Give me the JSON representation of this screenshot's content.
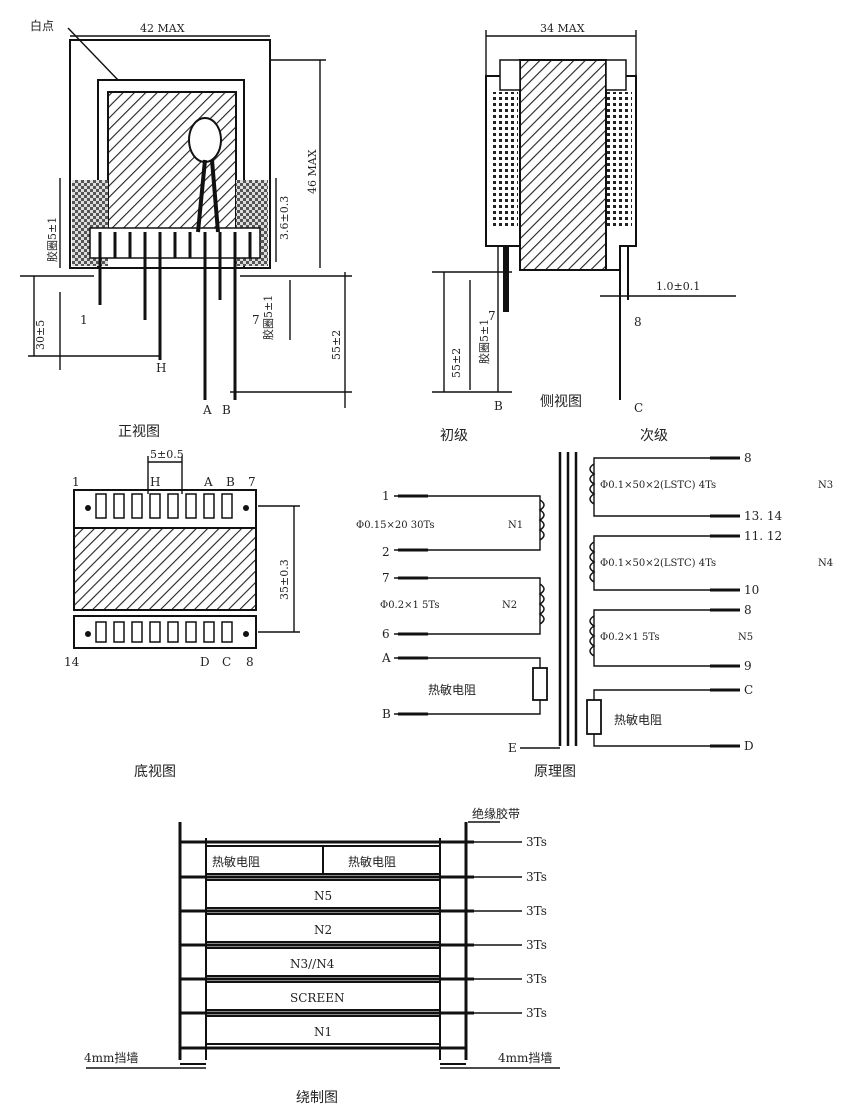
{
  "front_view": {
    "caption": "正视图",
    "white_dot": "白点",
    "width_dim": "42 MAX",
    "height_dim": "46 MAX",
    "pin_dim_a": "3.6±0.3",
    "pin_dim_b": "30±5",
    "side_dim_a": "胶圈5±1",
    "side_dim_b": "胶圈5±1",
    "side_dim_c": "55±2",
    "pin_1": "1",
    "pin_7": "7",
    "pin_h": "H",
    "pin_a": "A",
    "pin_b": "B"
  },
  "side_view": {
    "caption": "侧视图",
    "width_dim": "34 MAX",
    "lead_dim": "1.0±0.1",
    "height_dim": "55±2",
    "tube_dim": "胶圈5±1",
    "pin_7": "7",
    "pin_8": "8",
    "pin_b": "B",
    "pin_c": "C",
    "primary_label": "初级",
    "secondary_label": "次级"
  },
  "bottom_view": {
    "caption": "底视图",
    "pitch_dim": "5±0.5",
    "height_dim": "35±0.3",
    "pins_top": [
      "1",
      "H",
      "A",
      "B",
      "7"
    ],
    "pins_bottom": [
      "14",
      "D",
      "C",
      "8"
    ]
  },
  "schematic": {
    "caption": "原理图",
    "primary_windings": [
      {
        "pins": [
          "1",
          "2"
        ],
        "spec": "Φ0.15×20 30Ts",
        "name": "N1"
      },
      {
        "pins": [
          "7",
          "6"
        ],
        "spec": "Φ0.2×1 5Ts",
        "name": "N2"
      }
    ],
    "secondary_windings": [
      {
        "pins": [
          "8",
          "13. 14"
        ],
        "spec": "Φ0.1×50×2(LSTC) 4Ts",
        "name": "N3"
      },
      {
        "pins": [
          "11. 12",
          "10"
        ],
        "spec": "Φ0.1×50×2(LSTC) 4Ts",
        "name": "N4"
      },
      {
        "pins": [
          "8",
          "9"
        ],
        "spec": "Φ0.2×1 5Ts",
        "name": "N5"
      }
    ],
    "thermistor_label": "热敏电阻",
    "pins_left": [
      "A",
      "B",
      "E"
    ],
    "pins_right": [
      "C",
      "D"
    ]
  },
  "winding_diagram": {
    "caption": "绕制图",
    "tape_label": "绝缘胶带",
    "margin_label_left": "4mm挡墙",
    "margin_label_right": "4mm挡墙",
    "layers": [
      "热敏电阻",
      "热敏电阻",
      "N5",
      "N2",
      "N3//N4",
      "SCREEN",
      "N1"
    ],
    "turns": [
      "3Ts",
      "3Ts",
      "3Ts",
      "3Ts",
      "3Ts",
      "3Ts"
    ]
  }
}
